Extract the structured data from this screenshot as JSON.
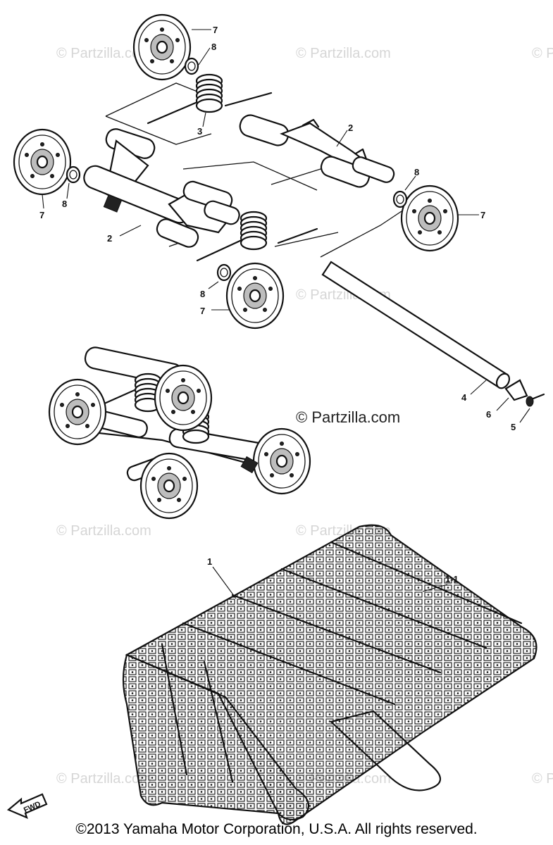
{
  "watermark": {
    "brand": "© Partzilla.com",
    "faint": "© Partzilla.com"
  },
  "callouts": {
    "spring_upper": "3",
    "arm_upper": "2",
    "arm_lower": "2",
    "wheel_top": "7",
    "collar_top": "8",
    "wheel_left": "7",
    "collar_left": "8",
    "wheel_right": "7",
    "collar_right": "8",
    "wheel_bottom": "7",
    "collar_bottom": "8",
    "shaft": "4",
    "plate": "6",
    "bolt": "5",
    "track": "1",
    "track_alt": "1-1"
  },
  "fwd_label": "FWD",
  "copyright": "©2013 Yamaha Motor Corporation, U.S.A. All rights reserved."
}
